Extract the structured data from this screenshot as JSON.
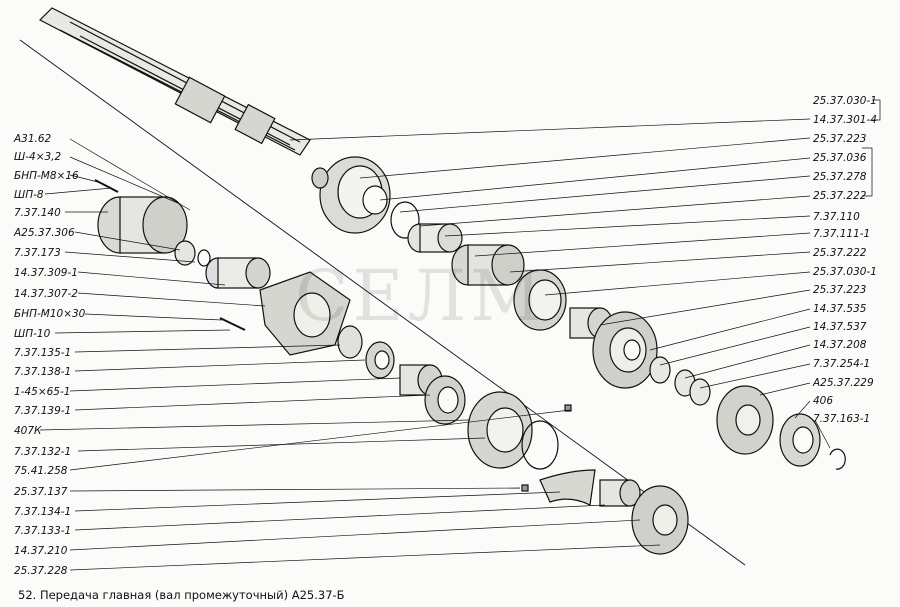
{
  "watermark": "СЕЛМ",
  "caption": "52. Передача главная (вал промежуточный) А25.37-Б",
  "labels_left": [
    "А31.62",
    "Ш-4×3,2",
    "БНП-М8×16",
    "ШП-8",
    "7.37.140",
    "А25.37.306",
    "7.37.173",
    "14.37.309-1",
    "14.37.307-2",
    "БНП-М10×30",
    "ШП-10",
    "7.37.135-1",
    "7.37.138-1",
    "1-45×65-1",
    "7.37.139-1",
    "407К",
    "7.37.132-1",
    "75.41.258",
    "25.37.137",
    "7.37.134-1",
    "7.37.133-1",
    "14.37.210",
    "25.37.228"
  ],
  "labels_right": [
    "25.37.030-1",
    "14.37.301-4",
    "25.37.223",
    "25.37.036",
    "25.37.278",
    "25.37.222",
    "7.37.110",
    "7.37.111-1",
    "25.37.222",
    "25.37.030-1",
    "25.37.223",
    "14.37.535",
    "14.37.537",
    "14.37.208",
    "7.37.254-1",
    "А25.37.229",
    "406",
    "7.37.163-1"
  ]
}
